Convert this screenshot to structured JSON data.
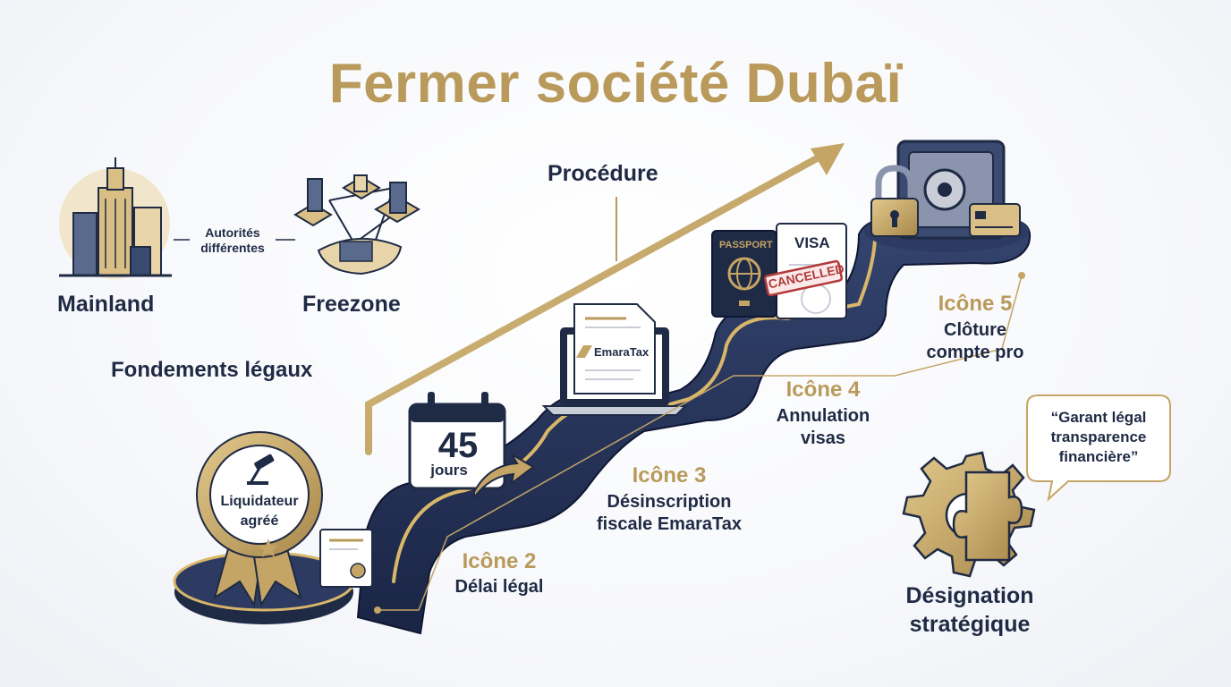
{
  "title": "Fermer société Dubaï",
  "colors": {
    "navy": "#1f2a44",
    "gold": "#b99a5b",
    "road": "#243259"
  },
  "left": {
    "mainland": "Mainland",
    "freezone": "Freezone",
    "connector_line1": "Autorités",
    "connector_line2": "différentes",
    "section_label": "Fondements légaux"
  },
  "procedure_label": "Procédure",
  "badge": {
    "line1": "Liquidateur",
    "line2": "agréé"
  },
  "calendar": {
    "number": "45",
    "unit": "jours"
  },
  "laptop_brand": "EmaraTax",
  "passport_label": "PASSPORT",
  "visa_label": "VISA",
  "stamp": "CANCELLED",
  "steps": [
    {
      "icon": "Icône 2",
      "line1": "Délai légal",
      "line2": ""
    },
    {
      "icon": "Icône 3",
      "line1": "Désinscription",
      "line2": "fiscale EmaraTax"
    },
    {
      "icon": "Icône 4",
      "line1": "Annulation",
      "line2": "visas"
    },
    {
      "icon": "Icône 5",
      "line1": "Clôture",
      "line2": "compte pro"
    }
  ],
  "quote": {
    "line1": "“Garant légal",
    "line2": "transparence",
    "line3": "financière”"
  },
  "designation": {
    "line1": "Désignation",
    "line2": "stratégique"
  }
}
